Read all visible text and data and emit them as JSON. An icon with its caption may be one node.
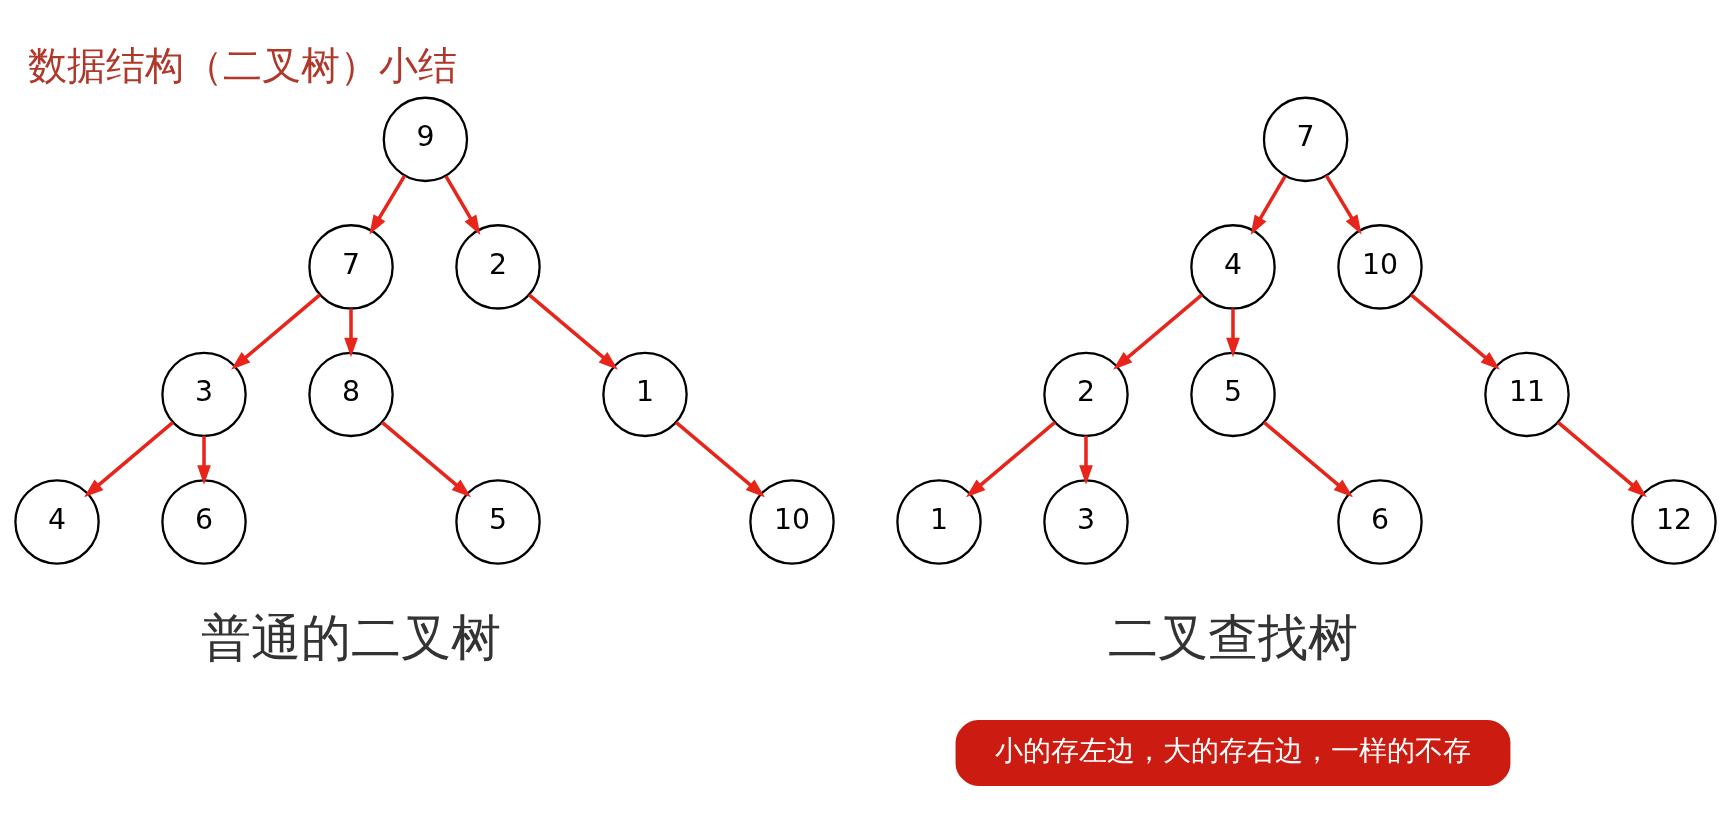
{
  "diagram": {
    "title": "数据结构（二叉树）小结",
    "nodes": [
      {
        "text": [
          "9"
        ]
      },
      {
        "text": [
          "7"
        ]
      },
      {
        "text": [
          "2"
        ]
      },
      {
        "text": [
          "3"
        ]
      },
      {
        "text": [
          "8"
        ]
      },
      {
        "text": [
          "1"
        ]
      },
      {
        "text": [
          "4"
        ]
      },
      {
        "text": [
          "6"
        ]
      },
      {
        "text": [
          "5"
        ]
      },
      {
        "text": [
          "10"
        ]
      },
      {
        "text": [
          "7"
        ]
      },
      {
        "text": [
          "4"
        ]
      },
      {
        "text": [
          "10"
        ]
      },
      {
        "text": [
          "2"
        ]
      },
      {
        "text": [
          "5"
        ]
      },
      {
        "text": [
          "11"
        ]
      },
      {
        "text": [
          "1"
        ]
      },
      {
        "text": [
          "3"
        ]
      },
      {
        "text": [
          "6"
        ]
      },
      {
        "text": [
          "12"
        ]
      },
      {
        "text": [
          "小的存左边，大的存右边，一样的不存"
        ]
      }
    ],
    "edges": [
      {
        "from": 0,
        "to": 1,
        "arrow": "to"
      },
      {
        "from": 0,
        "to": 2,
        "arrow": "to"
      },
      {
        "from": 1,
        "to": 3,
        "arrow": "to"
      },
      {
        "from": 1,
        "to": 4,
        "arrow": "to"
      },
      {
        "from": 2,
        "to": 5,
        "arrow": "to"
      },
      {
        "from": 3,
        "to": 6,
        "arrow": "to"
      },
      {
        "from": 3,
        "to": 7,
        "arrow": "to"
      },
      {
        "from": 4,
        "to": 8,
        "arrow": "to"
      },
      {
        "from": 5,
        "to": 9,
        "arrow": "to"
      },
      {
        "from": 10,
        "to": 11,
        "arrow": "to"
      },
      {
        "from": 10,
        "to": 12,
        "arrow": "to"
      },
      {
        "from": 11,
        "to": 13,
        "arrow": "to"
      },
      {
        "from": 11,
        "to": 14,
        "arrow": "to"
      },
      {
        "from": 12,
        "to": 15,
        "arrow": "to"
      },
      {
        "from": 13,
        "to": 16,
        "arrow": "to"
      },
      {
        "from": 13,
        "to": 17,
        "arrow": "to"
      },
      {
        "from": 14,
        "to": 18,
        "arrow": "to"
      },
      {
        "from": 15,
        "to": 19,
        "arrow": "to"
      }
    ],
    "labels": [
      "普通的二叉树",
      "二叉查找树"
    ]
  }
}
